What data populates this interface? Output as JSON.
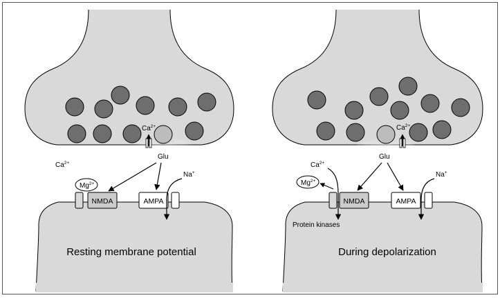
{
  "colors": {
    "cell_fill": "#d9d9d9",
    "cell_fill_light": "#e6e6e6",
    "vesicle": "#6e6e6e",
    "vesicle_light": "#bcbcbc",
    "outline": "#000000",
    "frame": "#555555"
  },
  "left_panel": {
    "caption": "Resting membrane potential",
    "ca_extracellular": "Ca",
    "ca_extracellular_charge": "2+",
    "ca_presynaptic": "Ca",
    "ca_presynaptic_charge": "2+",
    "glu": "Glu",
    "mg": "Mg",
    "mg_charge": "2+",
    "nmda": "NMDA",
    "ampa": "AMPA",
    "na": "Na",
    "na_charge": "+"
  },
  "right_panel": {
    "caption": "During depolarization",
    "ca_entry": "Ca",
    "ca_entry_charge": "2+",
    "ca_presynaptic": "Ca",
    "ca_presynaptic_charge": "2+",
    "glu": "Glu",
    "mg": "Mg",
    "mg_charge": "2+",
    "nmda": "NMDA",
    "ampa": "AMPA",
    "na": "Na",
    "na_charge": "+",
    "protein_kinases": "Protein kinases"
  }
}
